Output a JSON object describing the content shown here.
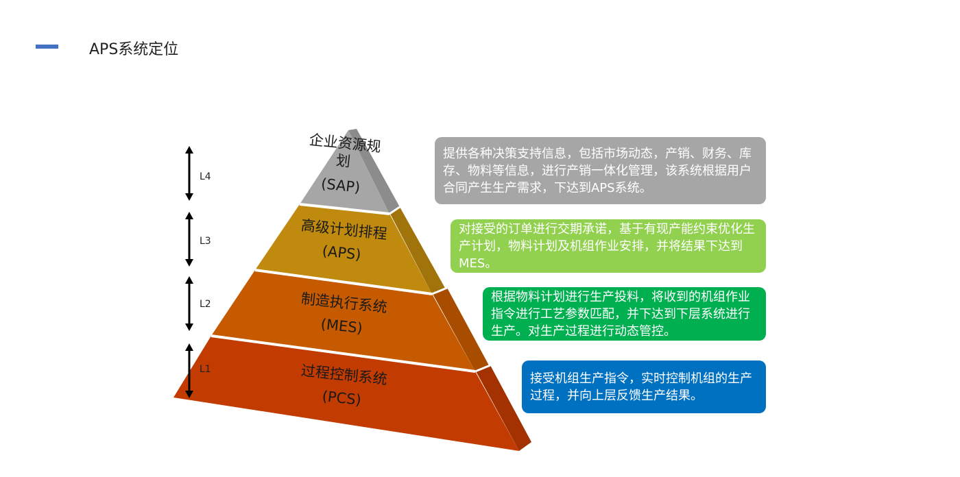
{
  "page": {
    "title": "APS系统定位"
  },
  "levels": [
    {
      "label": "L4",
      "name": "企业资源规划",
      "abbr": "(SAP)",
      "color": "#a6a6a6",
      "side": "#8c8c8c"
    },
    {
      "label": "L3",
      "name": "高级计划排程",
      "abbr": "(APS)",
      "color": "#bf8a0e",
      "side": "#a0740b"
    },
    {
      "label": "L2",
      "name": "制造执行系统",
      "abbr": "(MES)",
      "color": "#c55a00",
      "side": "#a84c00"
    },
    {
      "label": "L1",
      "name": "过程控制系统",
      "abbr": "(PCS)",
      "color": "#c23b00",
      "side": "#a33200"
    }
  ],
  "descriptions": [
    {
      "text": "提供各种决策支持信息，包括市场动态，产销、财务、库存、物料等信息，进行产销一体化管理，该系统根据用户合同产生生产需求，下达到APS系统。",
      "color": "#a6a6a6"
    },
    {
      "text": "对接受的订单进行交期承诺，基于有现产能约束优化生产计划，物料计划及机组作业安排，并将结果下达到MES。",
      "color": "#92d050"
    },
    {
      "text": "根据物料计划进行生产投料，将收到的机组作业指令进行工艺参数匹配，并下达到下层系统进行生产。对生产过程进行动态管控。",
      "color": "#00b050"
    },
    {
      "text": "接受机组生产指令，实时控制机组的生产过程，并向上层反馈生产结果。",
      "color": "#0070c0"
    }
  ]
}
